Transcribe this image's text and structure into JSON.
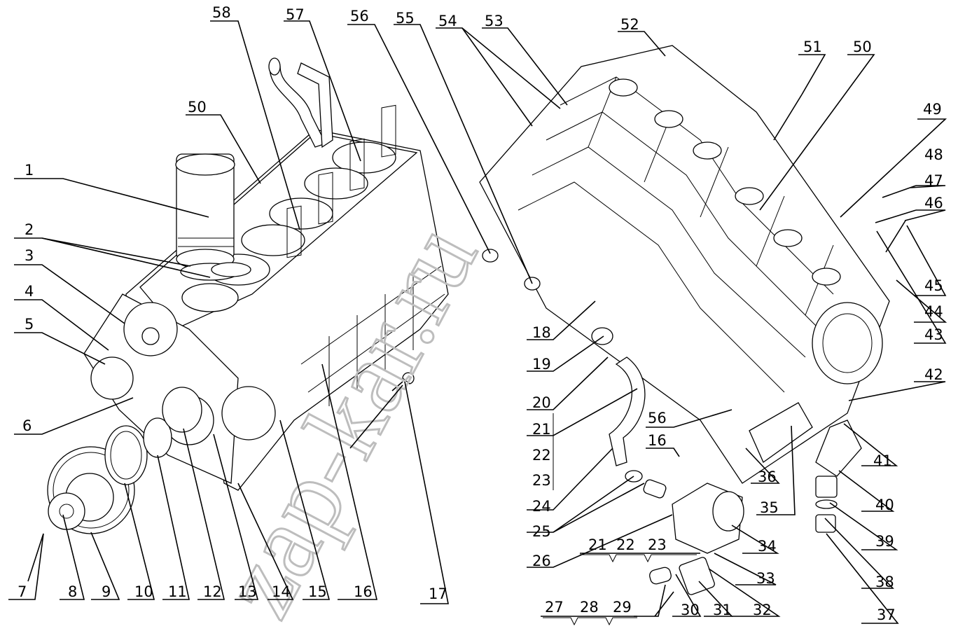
{
  "watermark": "zap-kar.ru",
  "callouts_left": [
    "1",
    "2",
    "3",
    "4",
    "5",
    "6",
    "7",
    "8",
    "9",
    "10",
    "11",
    "12",
    "13",
    "14",
    "15",
    "16",
    "17",
    "50",
    "56",
    "57",
    "58"
  ],
  "callouts_right": [
    "16",
    "18",
    "19",
    "20",
    "21",
    "22",
    "23",
    "24",
    "25",
    "26",
    "21",
    "22",
    "23",
    "27",
    "28",
    "29",
    "30",
    "31",
    "32",
    "33",
    "34",
    "35",
    "36",
    "37",
    "38",
    "39",
    "40",
    "41",
    "42",
    "43",
    "44",
    "45",
    "46",
    "47",
    "48",
    "49",
    "50",
    "51",
    "52",
    "53",
    "54",
    "55",
    "56"
  ]
}
